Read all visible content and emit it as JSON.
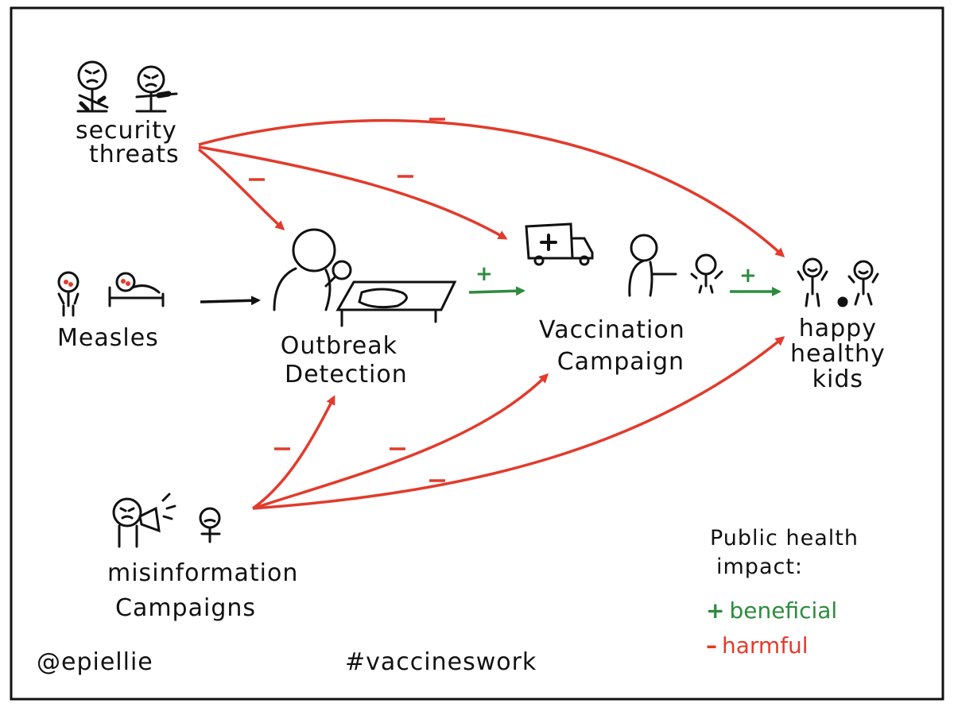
{
  "colors": {
    "harmful": "#e23b2c",
    "beneficial": "#2e8b3e",
    "neutral": "#111111",
    "frame": "#111111"
  },
  "nodes": {
    "security_threats": {
      "line1": "security",
      "line2": "threats",
      "icon": "angry-armed-people-icon"
    },
    "measles": {
      "label": "Measles",
      "icon": "sick-children-icon"
    },
    "outbreak_detection": {
      "line1": "Outbreak",
      "line2": "Detection",
      "icon": "investigator-with-map-icon"
    },
    "vaccination_campaign": {
      "line1": "Vaccination",
      "line2": "Campaign",
      "icon": "ambulance-and-vaccinator-icon"
    },
    "happy_healthy_kids": {
      "line1": "happy",
      "line2": "healthy",
      "line3": "kids",
      "icon": "happy-kids-icon"
    },
    "misinformation_campaigns": {
      "line1": "misinformation",
      "line2": "Campaigns",
      "icon": "megaphone-person-icon"
    }
  },
  "signs": {
    "minus": "–",
    "plus": "+"
  },
  "legend": {
    "title_line1": "Public health",
    "title_line2": "impact:",
    "beneficial_glyph": "+",
    "beneficial_label": "beneficial",
    "harmful_glyph": "–",
    "harmful_label": "harmful"
  },
  "footer": {
    "handle": "@epiellie",
    "hashtag": "#vaccineswork"
  }
}
